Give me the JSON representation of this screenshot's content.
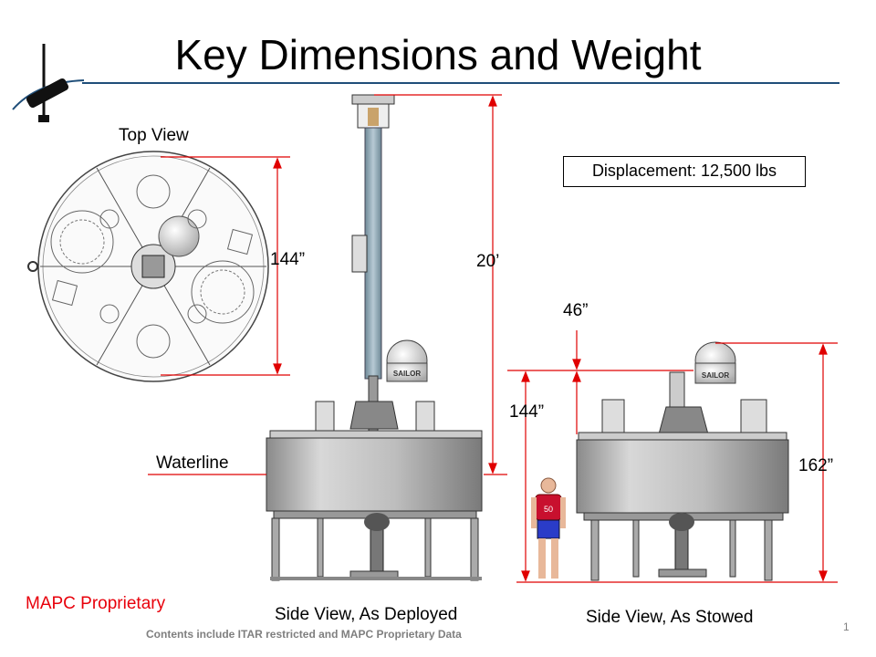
{
  "slide": {
    "title": "Key Dimensions and Weight",
    "displacement": "Displacement: 12,500 lbs",
    "footer_left": "MAPC Proprietary",
    "footer_notice": "Contents include ITAR restricted and MAPC Proprietary Data",
    "page_number": "1"
  },
  "views": {
    "top_view": "Top View",
    "side_deployed": "Side View, As Deployed",
    "side_stowed": "Side View, As Stowed",
    "waterline": "Waterline"
  },
  "dimensions": {
    "top_diameter": "144”",
    "mast_height": "20’",
    "dome_offset": "46”",
    "stowed_body": "144”",
    "stowed_total": "162”"
  },
  "figure_label": "50",
  "dome_text": "SAILOR",
  "colors": {
    "title_rule": "#1f4e79",
    "dimension_lines": "#e00000",
    "proprietary": "#e8000b",
    "hull": "#b8b8b8"
  }
}
